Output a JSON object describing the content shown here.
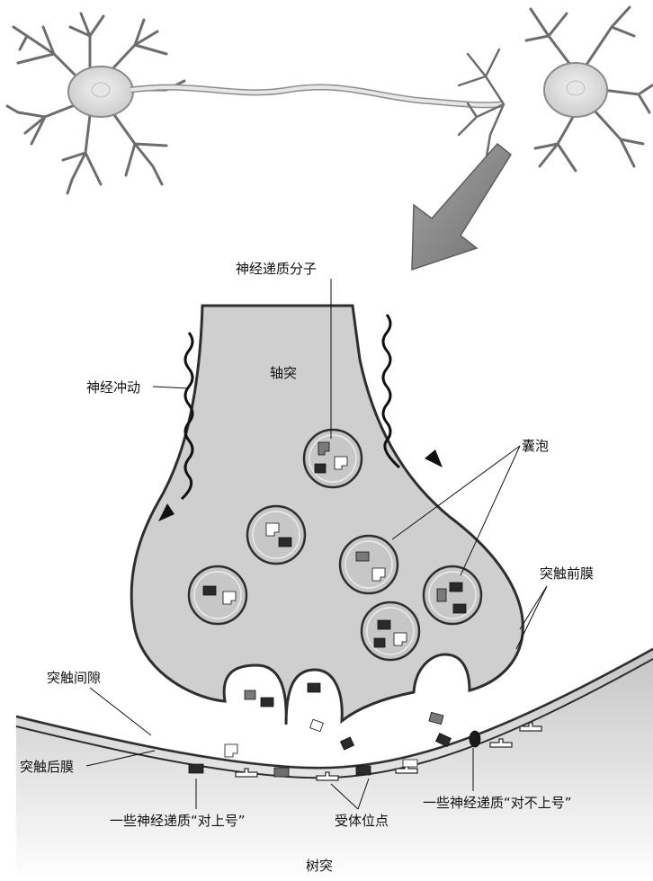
{
  "labels": {
    "neurotransmitter_molecule": "神经递质分子",
    "axon": "轴突",
    "nerve_impulse": "神经冲动",
    "vesicle": "囊泡",
    "presynaptic_membrane": "突触前膜",
    "synaptic_cleft": "突触间隙",
    "postsynaptic_membrane": "突触后膜",
    "some_fit": "一些神经递质“对上号”",
    "receptor_site": "受体位点",
    "some_not_fit": "一些神经递质“对不上号”",
    "dendrite": "树突"
  },
  "colors": {
    "terminal_fill": "#cfcfcf",
    "vesicle_fill": "#c7c7c7",
    "membrane": "#2e2e2e",
    "arrow": "#8a8a8a",
    "molecule_dark": "#2a2a2a",
    "molecule_mid": "#7a7a7a",
    "molecule_light": "#ffffff"
  }
}
